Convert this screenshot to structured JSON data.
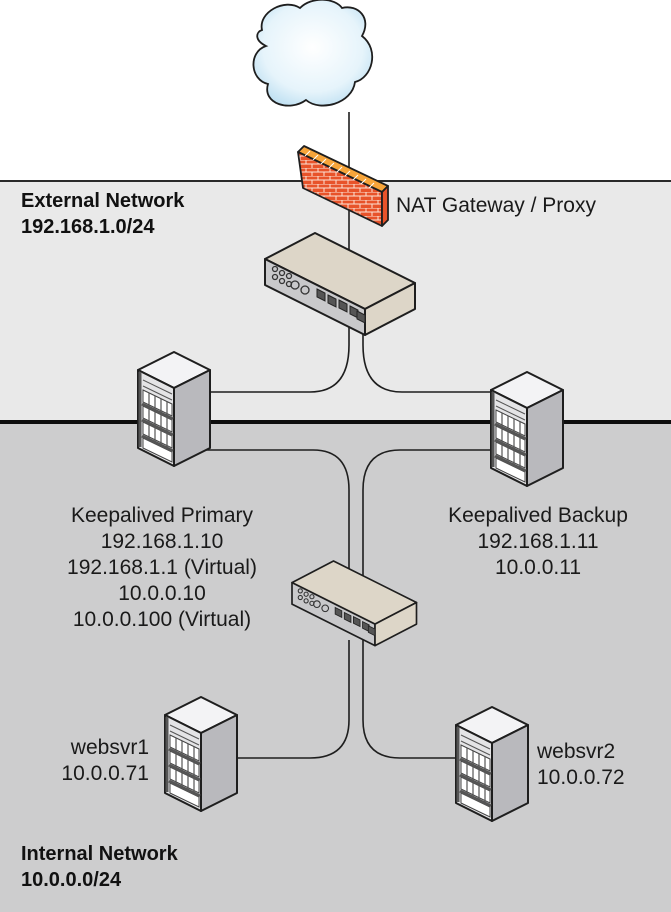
{
  "zones": {
    "external": {
      "name": "External Network",
      "subnet": "192.168.1.0/24",
      "color": "#e9e9e9"
    },
    "internal": {
      "name": "Internal Network",
      "subnet": "10.0.0.0/24",
      "color": "#cdcdce"
    }
  },
  "nodes": {
    "internet": {
      "icon": "cloud-icon"
    },
    "gateway": {
      "label": "NAT Gateway / Proxy",
      "icon": "firewall-icon"
    },
    "ext_switch": {
      "icon": "network-switch-icon"
    },
    "int_switch": {
      "icon": "network-switch-icon"
    },
    "primary": {
      "icon": "server-tower-icon",
      "lines": [
        "Keepalived Primary",
        "192.168.1.10",
        "192.168.1.1 (Virtual)",
        "10.0.0.10",
        "10.0.0.100 (Virtual)"
      ]
    },
    "backup": {
      "icon": "server-tower-icon",
      "lines": [
        "Keepalived Backup",
        "192.168.1.11",
        "10.0.0.11"
      ]
    },
    "websvr1": {
      "icon": "server-tower-icon",
      "lines": [
        "websvr1",
        "10.0.0.71"
      ]
    },
    "websvr2": {
      "icon": "server-tower-icon",
      "lines": [
        "websvr2",
        "10.0.0.72"
      ]
    }
  },
  "colors": {
    "firewall_brick": "#e8532a",
    "firewall_cap": "#f7a53a",
    "switch_body": "#ddd6c8",
    "switch_front": "#c9c9cb",
    "server_top": "#f3f3f5",
    "server_side": "#b9b9bd",
    "server_front": "#e4e4e6",
    "cloud_fill": "#d4ecf8"
  }
}
